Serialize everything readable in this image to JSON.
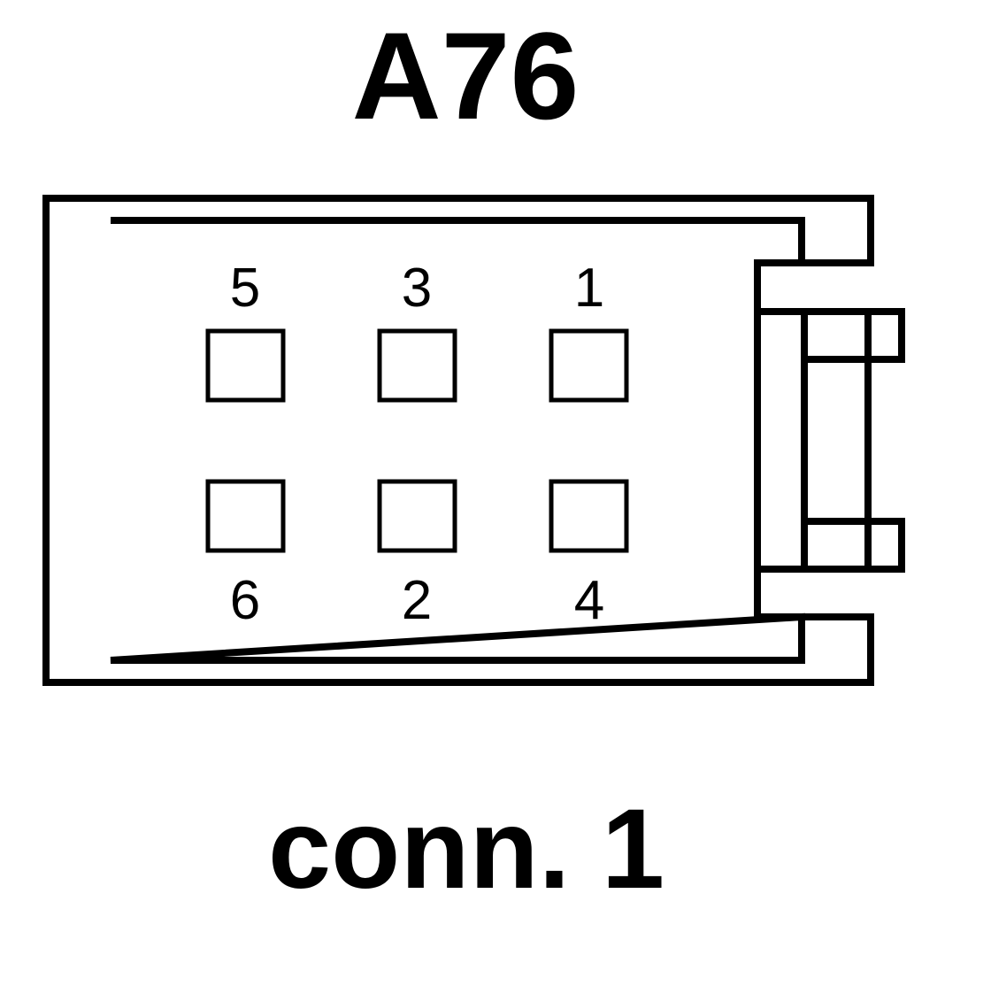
{
  "connector": {
    "title": "A76",
    "caption": "conn. 1"
  },
  "pins": {
    "top_row": [
      {
        "number": "5"
      },
      {
        "number": "3"
      },
      {
        "number": "1"
      }
    ],
    "bottom_row": [
      {
        "number": "6"
      },
      {
        "number": "2"
      },
      {
        "number": "4"
      }
    ]
  },
  "colors": {
    "line": "#000000",
    "background": "#ffffff"
  }
}
